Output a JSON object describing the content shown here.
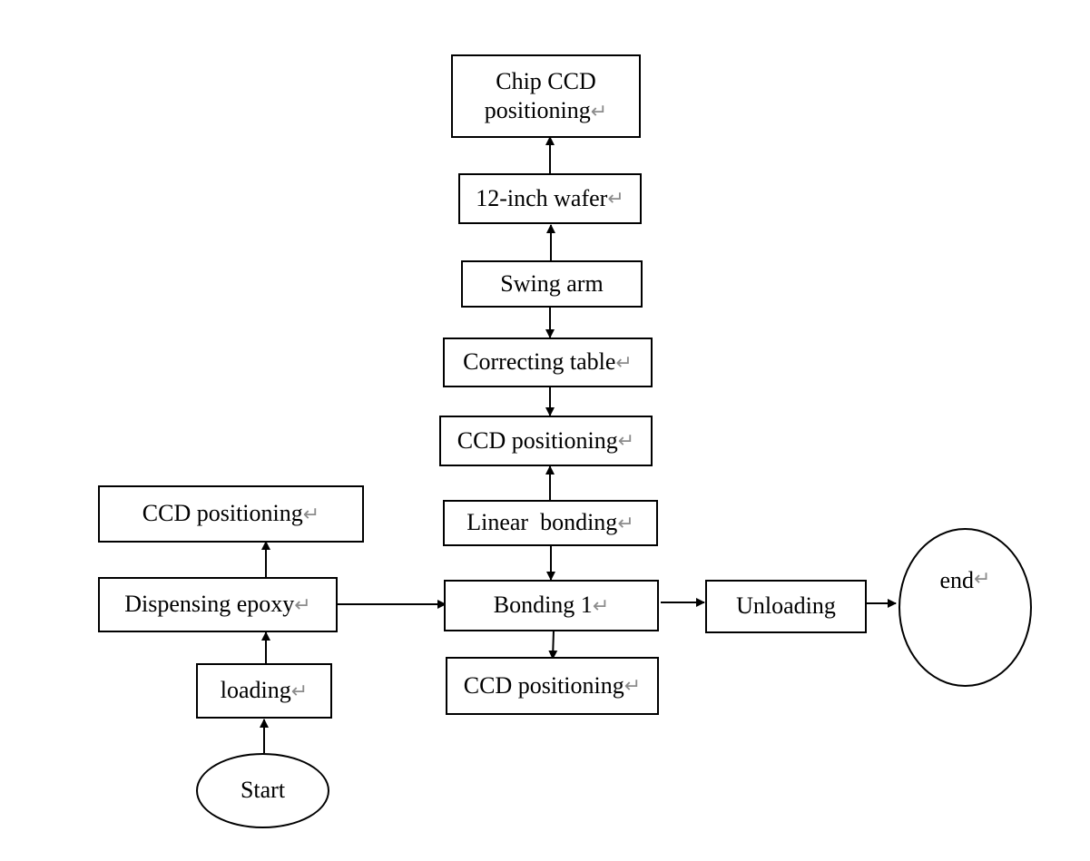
{
  "diagram": {
    "nodes": {
      "chip_ccd": {
        "line1": "Chip CCD",
        "line2": "positioning",
        "mark": "↵"
      },
      "wafer": {
        "label": "12-inch wafer",
        "mark": "↵"
      },
      "swing_arm": {
        "label": "Swing arm"
      },
      "correcting_table": {
        "label": "Correcting table",
        "mark": "↵"
      },
      "ccd_mid": {
        "label": "CCD positioning",
        "mark": "↵"
      },
      "linear_bonding": {
        "label": "Linear  bonding",
        "mark": "↵"
      },
      "bonding1": {
        "label": "Bonding 1",
        "mark": "↵"
      },
      "ccd_bottom": {
        "label": "CCD positioning",
        "mark": "↵"
      },
      "unloading": {
        "label": "Unloading"
      },
      "end": {
        "label": "end",
        "mark": "↵"
      },
      "ccd_left": {
        "label": "CCD positioning",
        "mark": "↵"
      },
      "dispensing": {
        "label": "Dispensing epoxy",
        "mark": "↵"
      },
      "loading": {
        "label": "loading",
        "mark": "↵"
      },
      "start": {
        "label": "Start"
      }
    }
  }
}
